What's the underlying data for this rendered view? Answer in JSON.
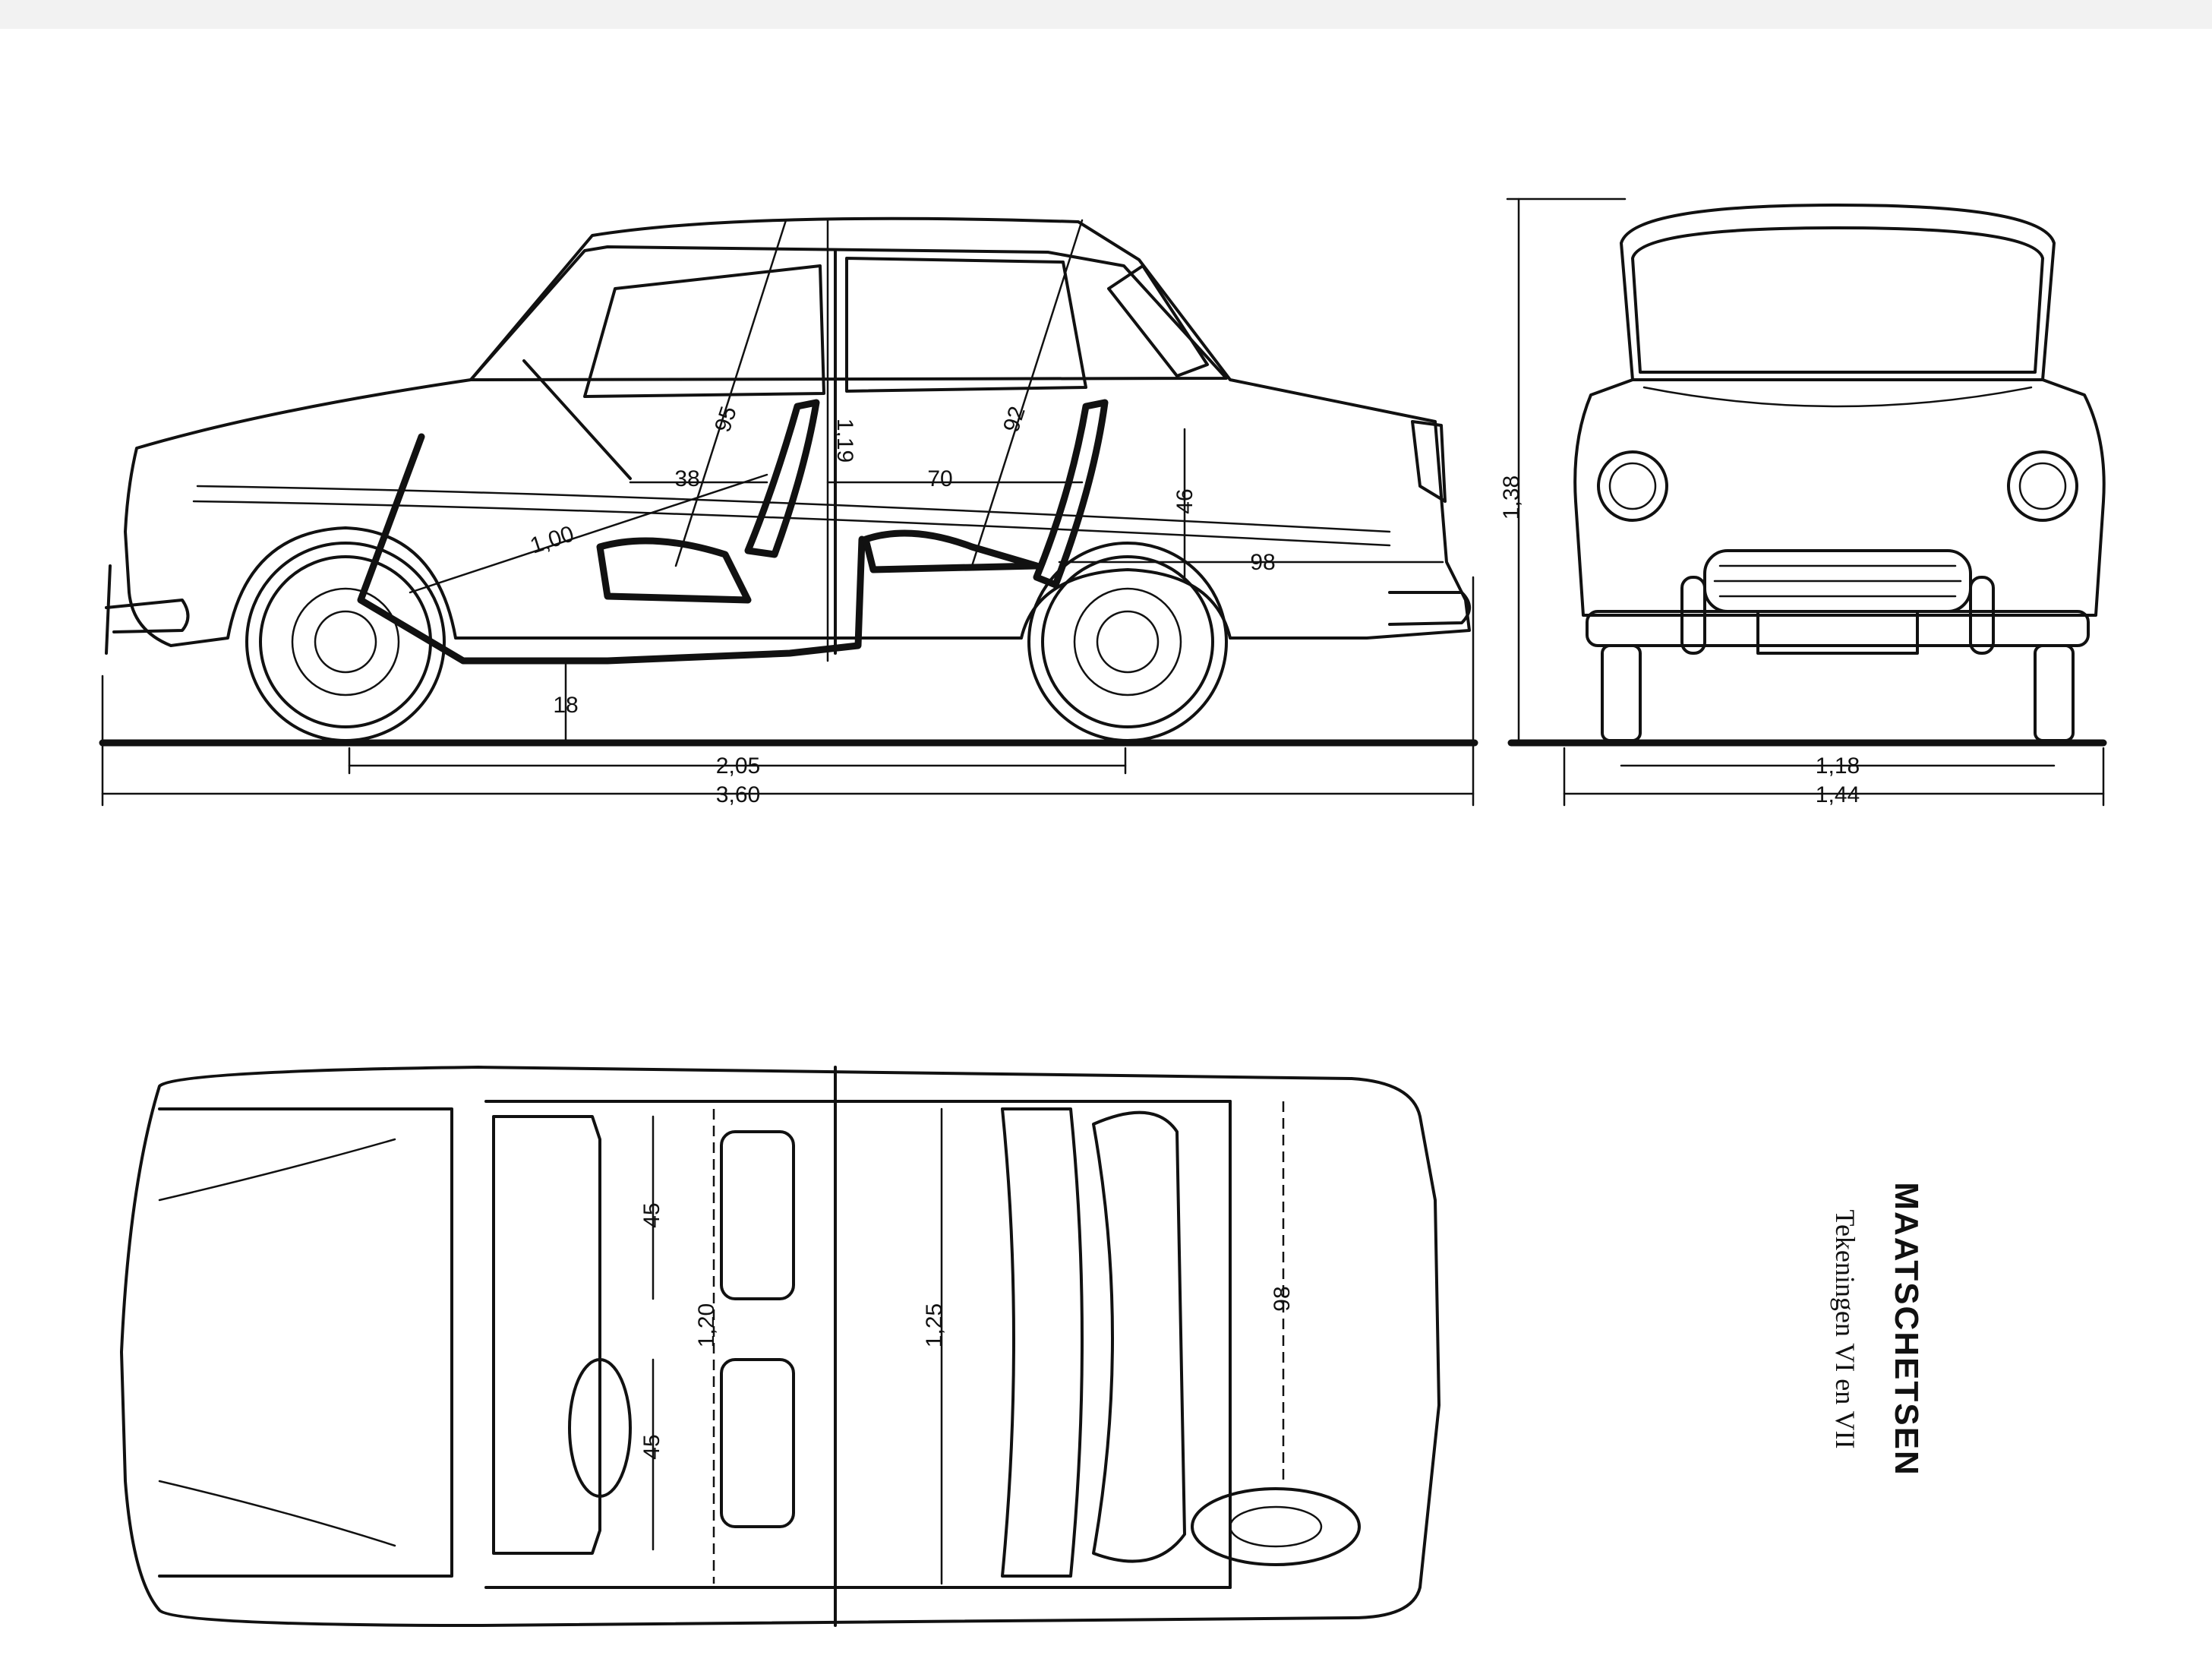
{
  "title": {
    "main": "MAATSCHETSEN",
    "sub": "Tekeningen VI en VII"
  },
  "side_view": {
    "dims": {
      "wheelbase": "2,05",
      "overall_length": "3,60",
      "ground_clearance": "18",
      "interior_height": "1,19",
      "front_headroom": "95",
      "rear_headroom": "92",
      "pedal_to_seat": "1,00",
      "front_seat_depth": "38",
      "seat_to_seat": "70",
      "rear_seat_height": "46",
      "trunk_length": "98"
    }
  },
  "front_view": {
    "dims": {
      "height": "1,38",
      "track": "1,18",
      "width": "1,44"
    }
  },
  "top_view": {
    "dims": {
      "rear_seat_width_top": "45",
      "rear_seat_width_bottom": "45",
      "front_width": "1,20",
      "rear_width": "1,25",
      "trunk_depth": "98"
    }
  }
}
